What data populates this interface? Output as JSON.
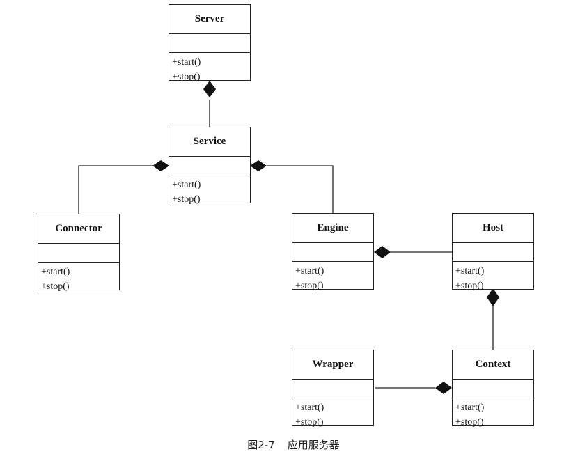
{
  "classes": {
    "server": {
      "name": "Server",
      "ops": [
        "+start()",
        "+stop()"
      ]
    },
    "service": {
      "name": "Service",
      "ops": [
        "+start()",
        "+stop()"
      ]
    },
    "connector": {
      "name": "Connector",
      "ops": [
        "+start()",
        "+stop()"
      ]
    },
    "engine": {
      "name": "Engine",
      "ops": [
        "+start()",
        "+stop()"
      ]
    },
    "host": {
      "name": "Host",
      "ops": [
        "+start()",
        "+stop()"
      ]
    },
    "wrapper": {
      "name": "Wrapper",
      "ops": [
        "+start()",
        "+stop()"
      ]
    },
    "context": {
      "name": "Context",
      "ops": [
        "+start()",
        "+stop()"
      ]
    }
  },
  "caption": {
    "number": "图2-7",
    "title": "应用服务器"
  }
}
